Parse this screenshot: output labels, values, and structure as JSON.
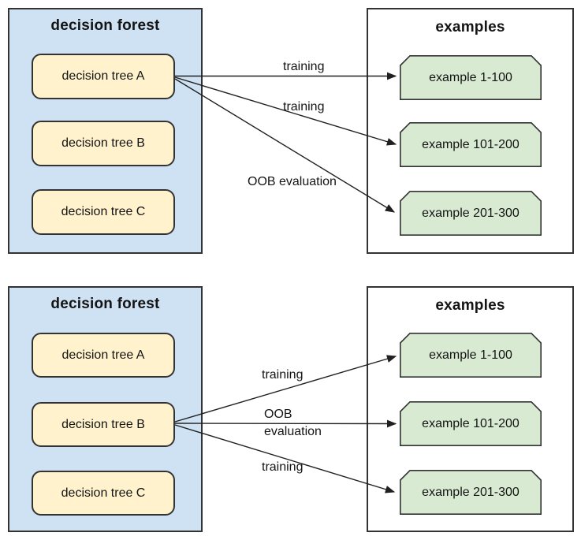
{
  "colors": {
    "forest_fill": "#cfe2f3",
    "tree_fill": "#fff2cc",
    "example_fill": "#d9ead3",
    "stroke": "#333333",
    "text": "#141414"
  },
  "diagrams": [
    {
      "forest": {
        "title": "decision forest",
        "trees": [
          "decision tree A",
          "decision tree B",
          "decision tree C"
        ]
      },
      "examples": {
        "title": "examples",
        "items": [
          "example 1-100",
          "example 101-200",
          "example 201-300"
        ]
      },
      "arrows": [
        {
          "from": "decision tree A",
          "to": "example 1-100",
          "label": "training"
        },
        {
          "from": "decision tree A",
          "to": "example 101-200",
          "label": "training"
        },
        {
          "from": "decision tree A",
          "to": "example 201-300",
          "label": "OOB evaluation"
        }
      ]
    },
    {
      "forest": {
        "title": "decision forest",
        "trees": [
          "decision tree A",
          "decision tree B",
          "decision tree C"
        ]
      },
      "examples": {
        "title": "examples",
        "items": [
          "example 1-100",
          "example 101-200",
          "example 201-300"
        ]
      },
      "arrows": [
        {
          "from": "decision tree B",
          "to": "example 1-100",
          "label": "training"
        },
        {
          "from": "decision tree B",
          "to": "example 101-200",
          "label": "OOB evaluation"
        },
        {
          "from": "decision tree B",
          "to": "example 201-300",
          "label": "training"
        }
      ]
    }
  ]
}
